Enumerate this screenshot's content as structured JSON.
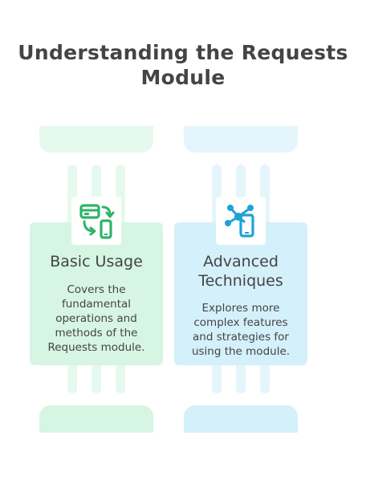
{
  "title": {
    "line1": "Understanding the Requests",
    "line2": "Module"
  },
  "colors": {
    "green_panel": "#d6f5e3",
    "green_light": "#e6f9ee",
    "green_icon": "#2fb36a",
    "blue_panel": "#d4f0fb",
    "blue_light": "#e4f5fc",
    "blue_icon": "#1ea2d6",
    "text": "#444444"
  },
  "cards": [
    {
      "icon": "credit-card-phone-exchange-icon",
      "heading_lines": [
        "Basic Usage"
      ],
      "description_lines": [
        "Covers the",
        "fundamental",
        "operations and",
        "methods of the",
        "Requests module."
      ]
    },
    {
      "icon": "network-phone-icon",
      "heading_lines": [
        "Advanced",
        "Techniques"
      ],
      "description_lines": [
        "Explores more",
        "complex features",
        "and strategies for",
        "using the module."
      ]
    }
  ]
}
